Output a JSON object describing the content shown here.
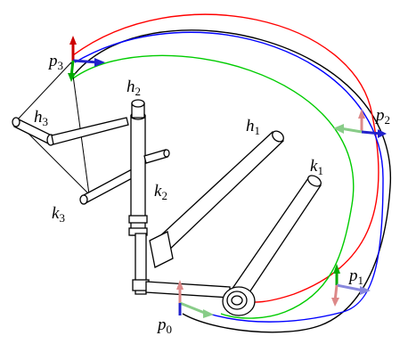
{
  "labels": {
    "h1": {
      "base": "h",
      "sub": "1"
    },
    "h2": {
      "base": "h",
      "sub": "2"
    },
    "h3": {
      "base": "h",
      "sub": "3"
    },
    "k1": {
      "base": "k",
      "sub": "1"
    },
    "k2": {
      "base": "k",
      "sub": "2"
    },
    "k3": {
      "base": "k",
      "sub": "3"
    },
    "p0": {
      "base": "p",
      "sub": "0"
    },
    "p1": {
      "base": "p",
      "sub": "1"
    },
    "p2": {
      "base": "p",
      "sub": "2"
    },
    "p3": {
      "base": "p",
      "sub": "3"
    }
  },
  "colors": {
    "curve_red": "#ff0000",
    "curve_blue": "#0000ff",
    "curve_green": "#00cc00",
    "curve_black": "#000000",
    "axis_red": "#cc0000",
    "axis_green": "#00aa00",
    "axis_blue": "#2222cc",
    "outline": "#000000",
    "fill": "#ffffff"
  },
  "icons": {
    "frame_marker": "three-axis-arrow-triad"
  }
}
